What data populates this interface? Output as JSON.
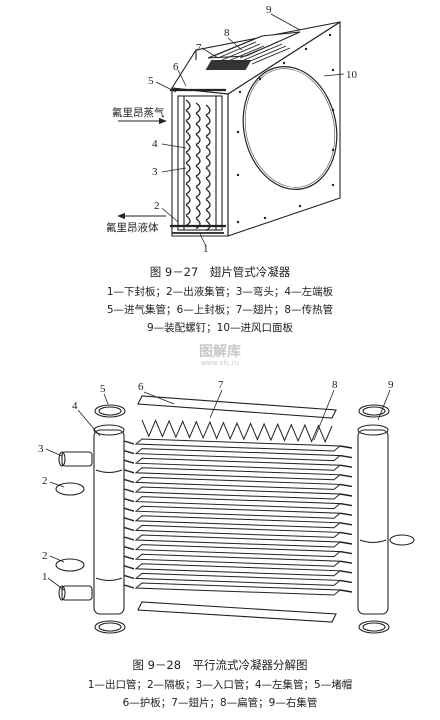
{
  "figure1": {
    "refs": [
      "1",
      "2",
      "3",
      "4",
      "5",
      "6",
      "7",
      "8",
      "9",
      "10"
    ],
    "label_inlet": "氟里昂蒸气",
    "label_outlet": "氟里昂液体",
    "caption": "图 9－27　翅片管式冷凝器",
    "legend": [
      "1—下封板；2—出液集管；3—弯头；4—左端板",
      "5—进气集管；6—上封板；7—翅片；8—传热管",
      "9—装配螺钉；10—进风口面板"
    ]
  },
  "watermark": {
    "text": "图解库",
    "url": "www.sfc.ru"
  },
  "figure2": {
    "refs": [
      "1",
      "2",
      "2",
      "3",
      "4",
      "5",
      "6",
      "7",
      "8",
      "9"
    ],
    "caption": "图 9－28　平行流式冷凝器分解图",
    "legend": [
      "1—出口管；2—隔板；3—入口管；4—左集管；5—堵帽",
      "6—护板；7—翅片；8—扁管；9—右集管"
    ]
  }
}
